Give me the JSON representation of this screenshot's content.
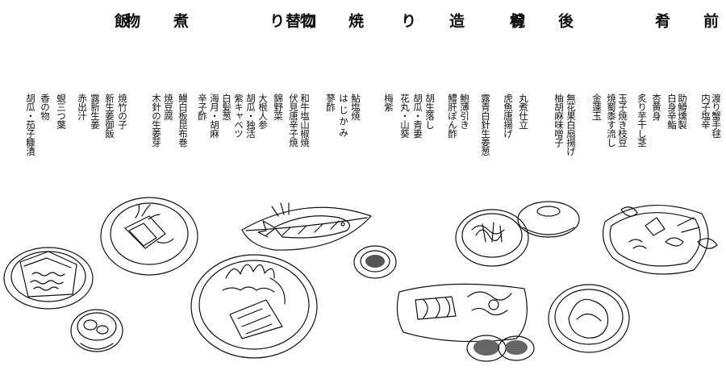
{
  "courses": {
    "zensai": "前\n\n\n肴",
    "atozakana": "後\n\n\n肴",
    "wan": "椀\n\n\n",
    "tsukuri": "造\n\n\nり",
    "yakimono": "焼\n\n\n物",
    "kuchigawari": "口\n替\nり",
    "nimono": "煮\n\n\n物",
    "gohan": "飯\n\n\n"
  },
  "dishes": [
    "渡り蟹手毬",
    "内子塩辛",
    "助鱒燻製",
    "白身辛鮨",
    "杏黄身",
    "炙り芋干し茎",
    "玉子焼き枝豆",
    "焼蜀黍す流し",
    "金蓮玉",
    "無花果白扇揚げ",
    "柚胡麻味噌子",
    "丸煮仕立",
    "虎魚唐揚げ",
    "露青白針生姜葱",
    "鮑薄引き",
    "鱧肝ぽん酢",
    "胡生落し",
    "胡瓜・青妻",
    "花丸・山葵",
    "梅紫",
    "鮎塩焼",
    "は じ か み",
    "蓼酢",
    "和牛塩山椒焼",
    "伏見唐辛子焼",
    "錦野菜",
    "大根人参",
    "胡瓜・独活",
    "紫キャベツ",
    "白髪葱",
    "海月・胡麻",
    "辛子酢",
    "鰻白板昆布巻",
    "焼豆腐",
    "木針の生姜芽",
    "焼竹の子",
    "新生姜御飯",
    "露新生姜",
    "赤出汁",
    "蜆三つ葉",
    "香の物",
    "胡瓜・茄子糠漬"
  ]
}
